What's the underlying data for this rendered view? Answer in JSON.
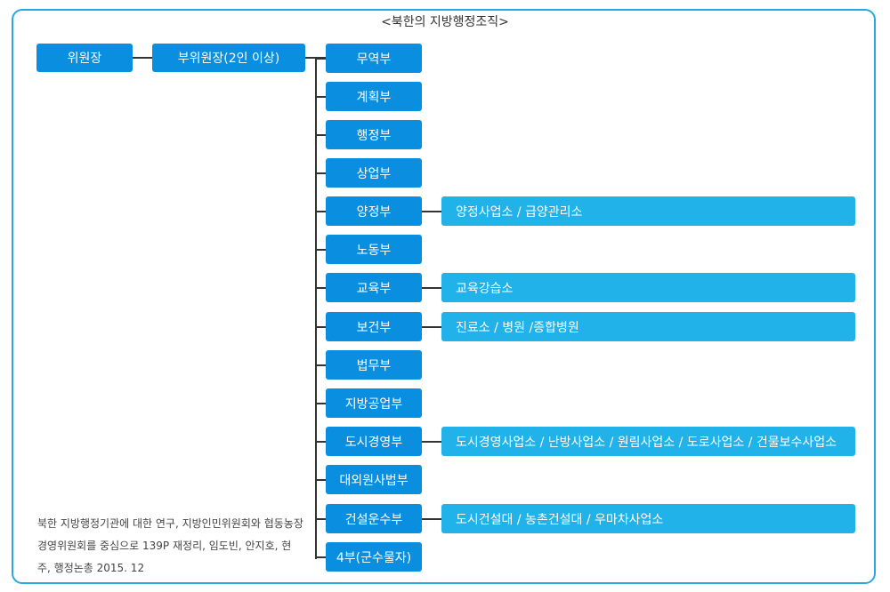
{
  "title": "<북한의 지방행정조직>",
  "chair": "위원장",
  "vice_chair": "부위원장(2인 이상)",
  "departments": [
    {
      "name": "무역부",
      "sub": null
    },
    {
      "name": "계획부",
      "sub": null
    },
    {
      "name": "행정부",
      "sub": null
    },
    {
      "name": "상업부",
      "sub": null
    },
    {
      "name": "양정부",
      "sub": "양정사업소 / 급양관리소"
    },
    {
      "name": "노동부",
      "sub": null
    },
    {
      "name": "교육부",
      "sub": "교육강습소"
    },
    {
      "name": "보건부",
      "sub": "진료소 / 병원 /종합병원"
    },
    {
      "name": "법무부",
      "sub": null
    },
    {
      "name": "지방공업부",
      "sub": null
    },
    {
      "name": "도시경영부",
      "sub": "도시경영사업소 / 난방사업소 / 원림사업소 / 도로사업소 / 건물보수사업소"
    },
    {
      "name": "대외원사법부",
      "sub": null
    },
    {
      "name": "건설운수부",
      "sub": "도시건설대 / 농촌건설대 / 우마차사업소"
    },
    {
      "name": "4부(군수물자)",
      "sub": null
    }
  ],
  "source": "북한 지방행정기관에 대한 연구, 지방인민위원회와 협동농장경영위원회를 중심으로 139P 재정리, 임도빈, 안지호, 현주, 행정논총 2015. 12",
  "colors": {
    "primary": "#0a8fe0",
    "secondary": "#22b2ea",
    "frame": "#29a8e0",
    "line": "#333333"
  }
}
